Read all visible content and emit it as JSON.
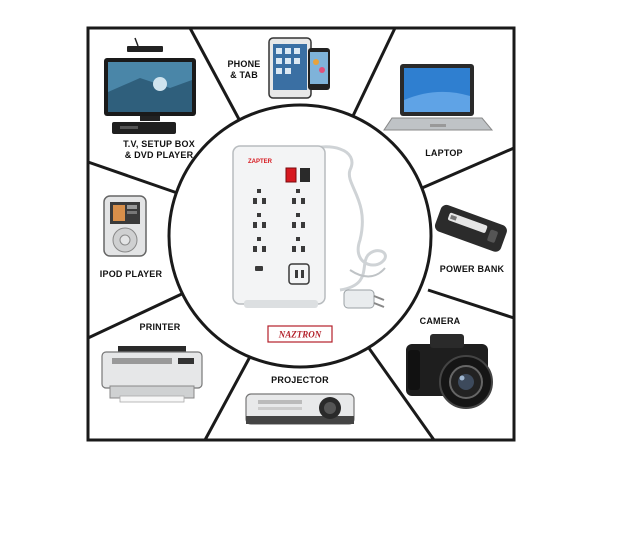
{
  "brand_tag": "NAZTRON",
  "socket_panel_brand": "ZAPTER",
  "devices": [
    {
      "key": "tv",
      "lines": [
        "T.V, SETUP BOX",
        "& DVD PLAYER"
      ],
      "icon": "tv-icon"
    },
    {
      "key": "phone",
      "lines": [
        "PHONE",
        "& TAB"
      ],
      "icon": "phone-tablet-icon"
    },
    {
      "key": "laptop",
      "lines": [
        "LAPTOP"
      ],
      "icon": "laptop-icon"
    },
    {
      "key": "powerbank",
      "lines": [
        "POWER BANK"
      ],
      "icon": "power-bank-icon"
    },
    {
      "key": "camera",
      "lines": [
        "CAMERA"
      ],
      "icon": "camera-icon"
    },
    {
      "key": "projector",
      "lines": [
        "PROJECTOR"
      ],
      "icon": "projector-icon"
    },
    {
      "key": "printer",
      "lines": [
        "PRINTER"
      ],
      "icon": "printer-icon"
    },
    {
      "key": "ipod",
      "lines": [
        "IPOD PLAYER"
      ],
      "icon": "ipod-icon"
    }
  ],
  "colors": {
    "frame": "#1a1a1a",
    "switch_red": "#d71920",
    "brand_tag": "#b3202a"
  }
}
